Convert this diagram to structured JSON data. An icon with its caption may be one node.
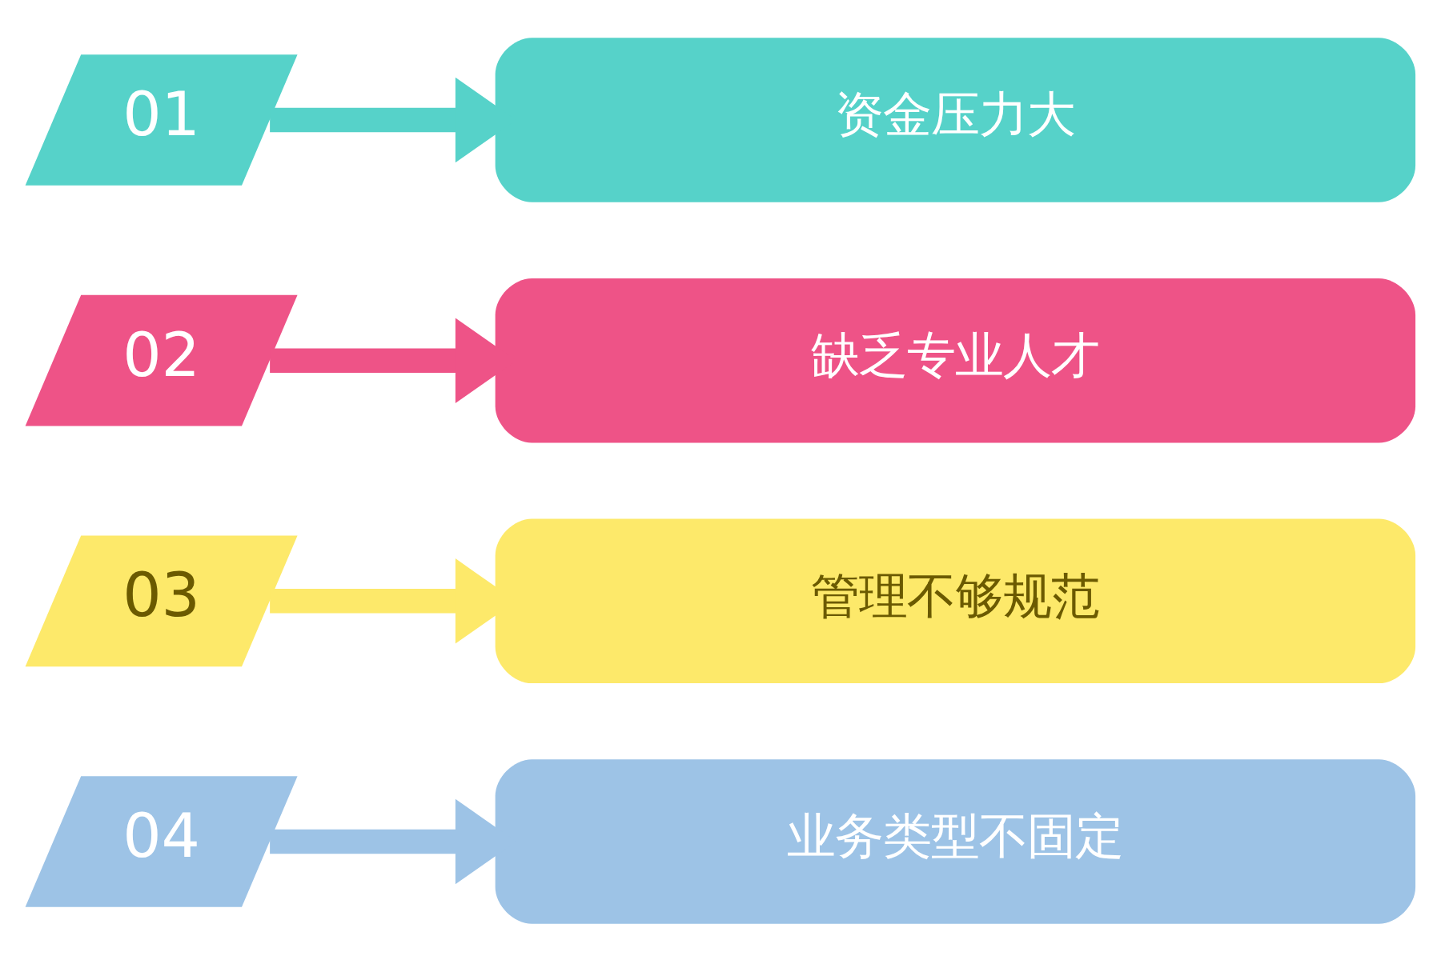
{
  "diagram": {
    "nodes": [
      {
        "text": [
          "01"
        ]
      },
      {
        "text": [
          "资金压力大"
        ]
      },
      {
        "text": [
          "02"
        ]
      },
      {
        "text": [
          "缺乏专业人才"
        ]
      },
      {
        "text": [
          "03"
        ]
      },
      {
        "text": [
          "管理不够规范"
        ]
      },
      {
        "text": [
          "04"
        ]
      },
      {
        "text": [
          "业务类型不固定"
        ]
      }
    ],
    "edges": [
      {
        "from": 0,
        "to": 1,
        "arrow": "to",
        "color": "#56d2c9"
      },
      {
        "from": 2,
        "to": 3,
        "arrow": "to",
        "color": "#ee5387"
      },
      {
        "from": 4,
        "to": 5,
        "arrow": "to",
        "color": "#fde96a"
      },
      {
        "from": 6,
        "to": 7,
        "arrow": "to",
        "color": "#9dc3e6"
      }
    ]
  }
}
